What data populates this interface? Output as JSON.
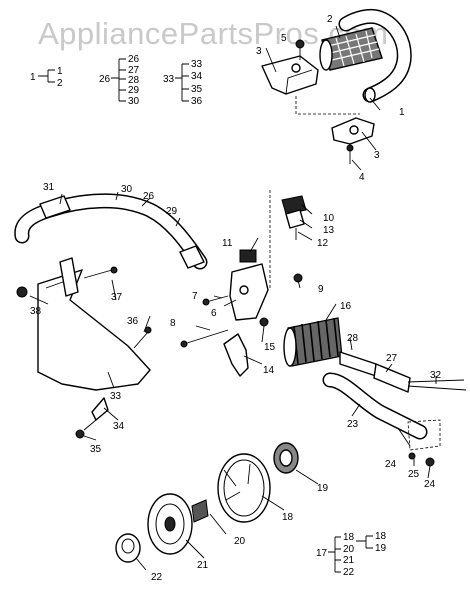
{
  "watermark": "AppliancePartsPros.com",
  "part_numbers": {
    "p1": "1",
    "p2": "2",
    "p3": "3",
    "p4": "4",
    "p5": "5",
    "p6": "6",
    "p7": "7",
    "p8": "8",
    "p9": "9",
    "p10": "10",
    "p11": "11",
    "p12": "12",
    "p13": "13",
    "p14": "14",
    "p15": "15",
    "p16": "16",
    "p17": "17",
    "p18": "18",
    "p19": "19",
    "p20": "20",
    "p21": "21",
    "p22": "22",
    "p23": "23",
    "p24": "24",
    "p25": "25",
    "p26": "26",
    "p27": "27",
    "p28": "28",
    "p29": "29",
    "p30": "30",
    "p31": "31",
    "p32": "32",
    "p33": "33",
    "p34": "34",
    "p35": "35",
    "p36": "36",
    "p37": "37",
    "p38": "38"
  },
  "kits": {
    "kit_1": {
      "parent": "1",
      "children": [
        "1",
        "2"
      ]
    },
    "kit_26": {
      "parent": "26",
      "children": [
        "26",
        "27",
        "28",
        "29",
        "30"
      ]
    },
    "kit_33": {
      "parent": "33",
      "children": [
        "33",
        "34",
        "35",
        "36"
      ]
    },
    "kit_17": {
      "parent": "17",
      "children": [
        "18",
        "20",
        "21",
        "22"
      ]
    },
    "kit_18": {
      "parent": "18",
      "children": [
        "18",
        "19"
      ]
    }
  }
}
